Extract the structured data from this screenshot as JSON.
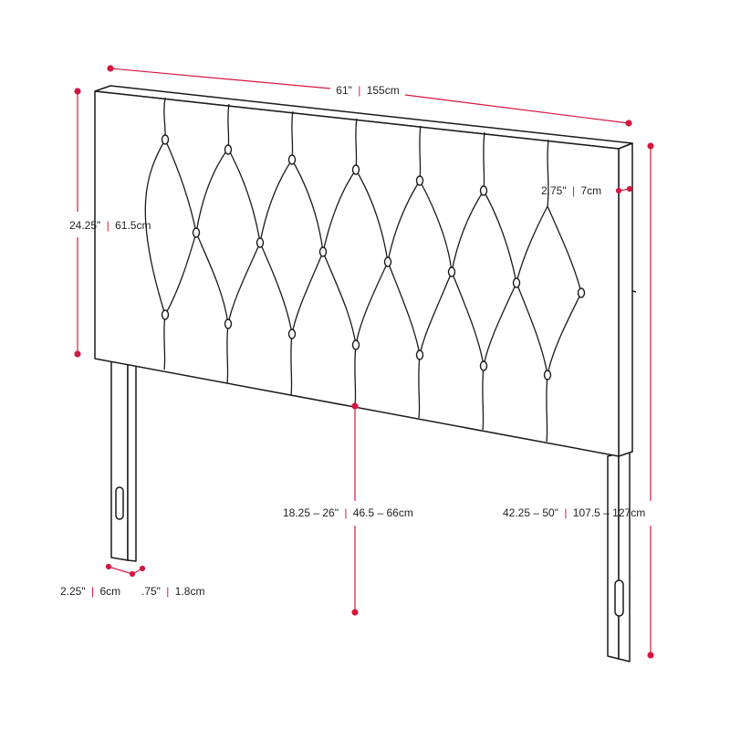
{
  "colors": {
    "outline": "#1a1a1a",
    "dimension": "#d4173f",
    "text": "#222222",
    "background": "#ffffff"
  },
  "dimensions": {
    "width": {
      "imperial": "61\"",
      "metric": "155cm"
    },
    "height": {
      "imperial": "24.25\"",
      "metric": "61.5cm"
    },
    "depth": {
      "imperial": "2.75\"",
      "metric": "7cm"
    },
    "ground_clearance": {
      "imperial": "18.25 – 26\"",
      "metric": "46.5 – 66cm"
    },
    "total_height": {
      "imperial": "42.25 – 50\"",
      "metric": "107.5 – 127cm"
    },
    "leg_width": {
      "imperial": "2.25\"",
      "metric": "6cm"
    },
    "leg_thickness": {
      "imperial": ".75\"",
      "metric": "1.8cm"
    }
  }
}
